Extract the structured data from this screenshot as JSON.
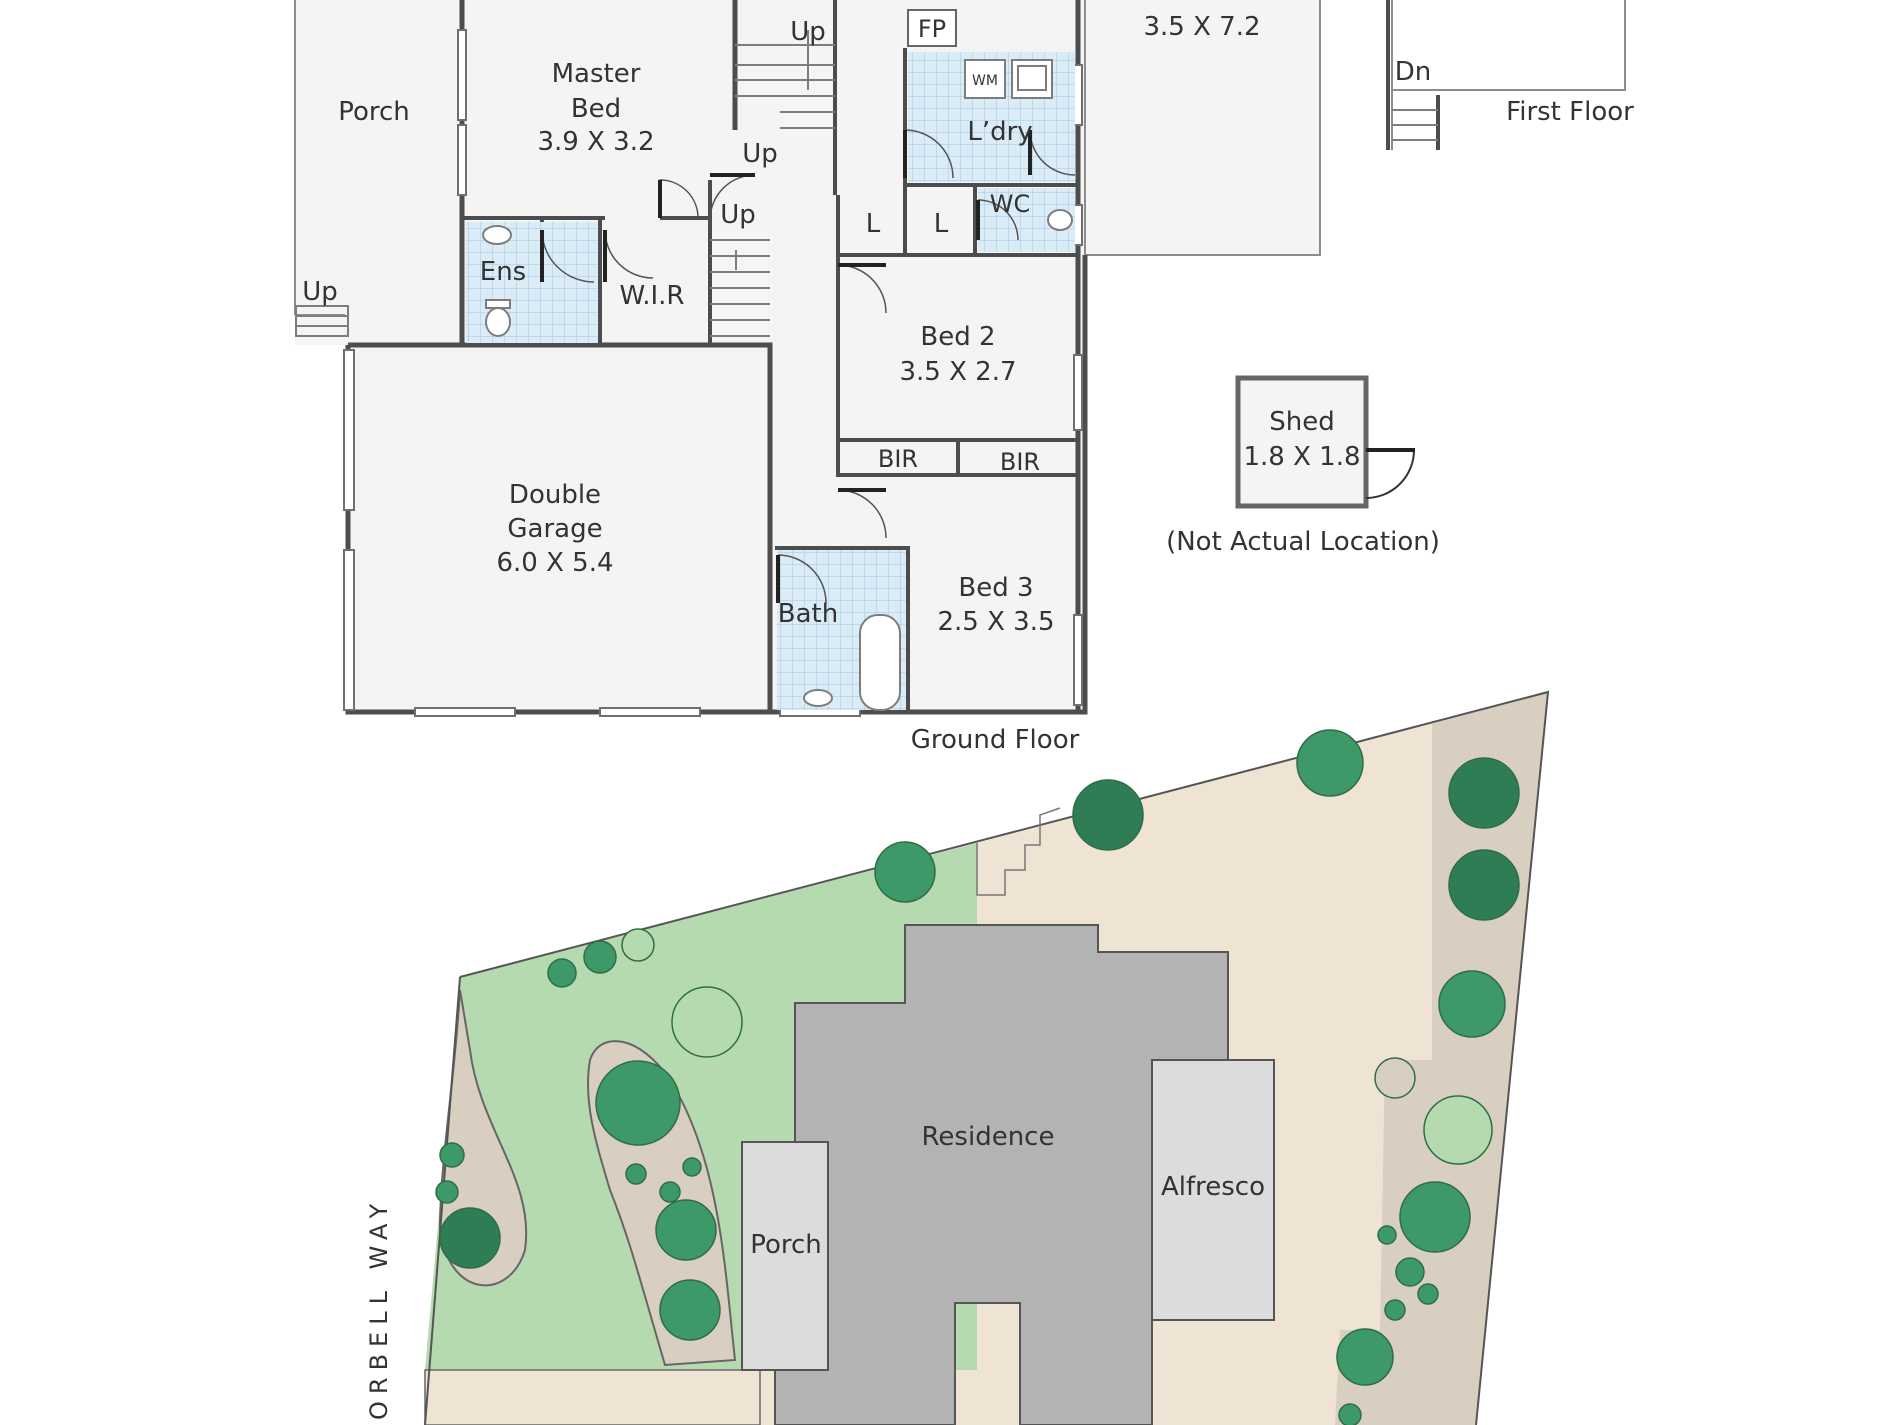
{
  "ground_floor": {
    "label": "Ground Floor",
    "porch": "Porch",
    "master_bed": {
      "name_line1": "Master",
      "name_line2": "Bed",
      "size": "3.9 X 3.2"
    },
    "ensuite": "Ens",
    "wir": "W.I.R",
    "stairs_up_1": "Up",
    "stairs_up_2": "Up",
    "stairs_up_3": "Up",
    "stairs_up_porch": "Up",
    "fireplace": "FP",
    "laundry": "L’dry",
    "washing_machine": "WM",
    "wc": "WC",
    "linen_1": "L",
    "linen_2": "L",
    "family_room_size": "3.5 X 7.2",
    "bed2": {
      "name": "Bed 2",
      "size": "3.5 X 2.7"
    },
    "bir_1": "BIR",
    "bir_2": "BIR",
    "garage": {
      "name_line1": "Double",
      "name_line2": "Garage",
      "size": "6.0 X 5.4"
    },
    "bath": "Bath",
    "bed3": {
      "name": "Bed 3",
      "size": "2.5 X 3.5"
    }
  },
  "first_floor": {
    "label": "First Floor",
    "stairs_down": "Dn"
  },
  "shed": {
    "name": "Shed",
    "size": "1.8 X 1.8",
    "note": "(Not Actual Location)"
  },
  "site_plan": {
    "residence": "Residence",
    "alfresco": "Alfresco",
    "porch": "Porch",
    "street": "ORBELL WAY",
    "colors": {
      "lawn": "#b5dab0",
      "paving": "#efe4d4",
      "garden_bed": "#d9cfc0",
      "building": "#b3b3b3",
      "alfresco": "#dcdcdc",
      "tree": "#3d9a68"
    }
  }
}
